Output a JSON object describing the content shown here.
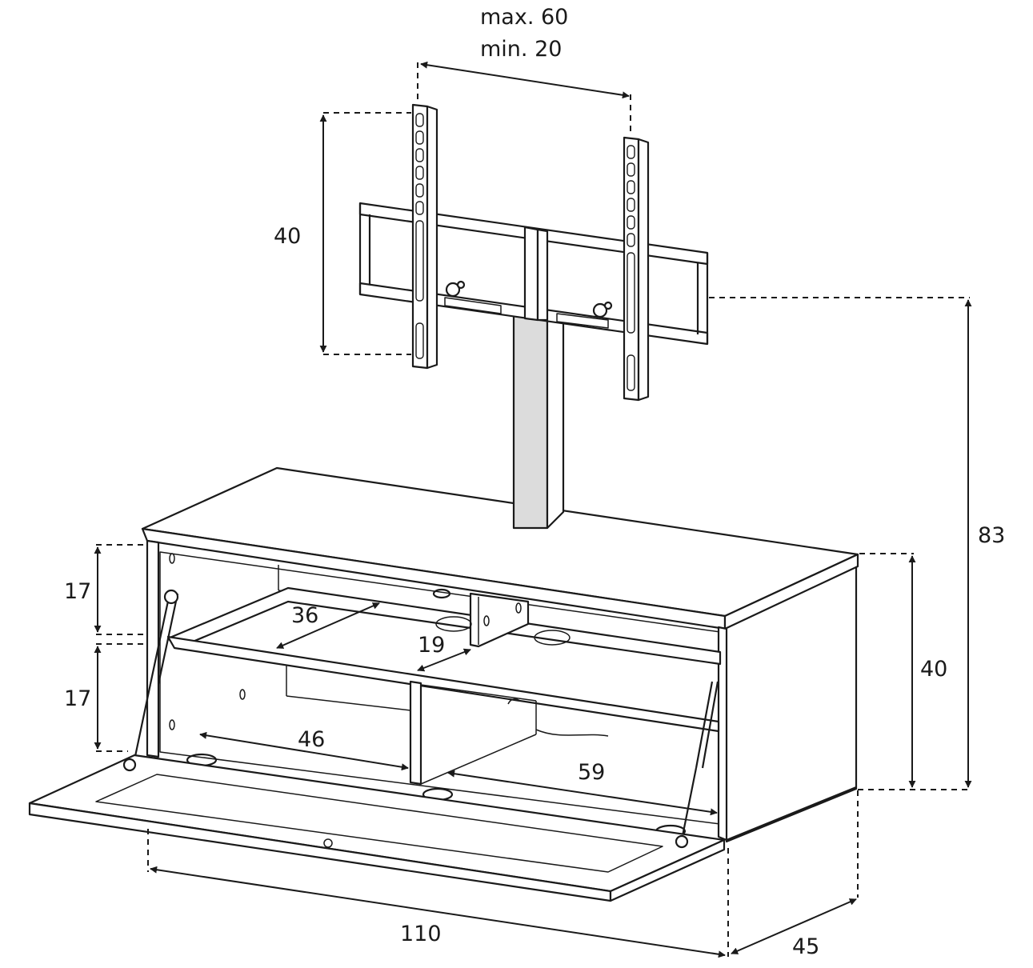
{
  "diagram": {
    "labels": {
      "bracket_spacing_max": "max. 60",
      "bracket_spacing_min": "min. 20",
      "bracket_height": "40",
      "total_height": "83",
      "cabinet_height": "40",
      "upper_compartment_height": "17",
      "lower_compartment_height": "17",
      "upper_shelf_depth": "36",
      "divider_depth": "19",
      "left_compartment_width": "46",
      "right_compartment_width": "59",
      "cabinet_width": "110",
      "cabinet_depth": "45"
    }
  }
}
